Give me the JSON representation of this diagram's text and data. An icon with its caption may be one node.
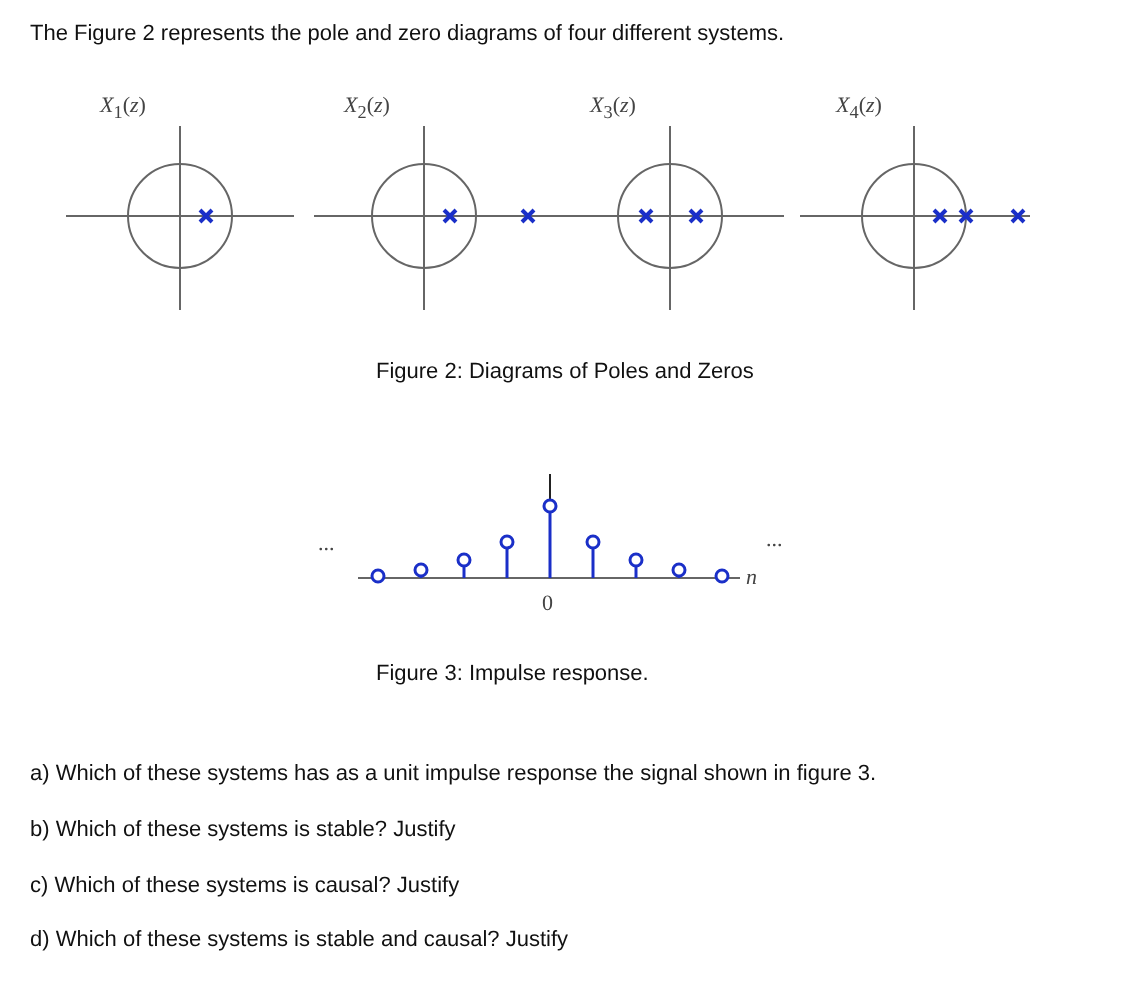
{
  "diagram": {
    "title": "The Figure 2 represents the pole and zero diagrams of four different systems.",
    "labels": [
      "*X*$_{1}$(*z*)",
      "*X*$_{2}$(*z*)",
      "*X*$_{3}$(*z*)",
      "*X*$_{4}$(*z*)",
      "Figure 2: Diagrams of Poles and Zeros",
      "...",
      "...",
      "*n*",
      "0",
      "Figure 3: Impulse response.",
      "a) Which of these systems has as a unit impulse response the signal shown in figure 3.",
      "b) Which of these systems is stable? Justify",
      "c) Which of these systems is causal? Justify",
      "d) Which of these systems is stable and causal? Justify"
    ]
  }
}
